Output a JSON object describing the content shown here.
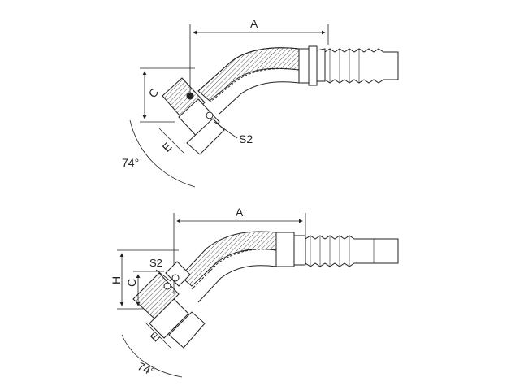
{
  "top_fitting": {
    "label_A": "A",
    "label_C": "C",
    "label_E": "E",
    "label_S2": "S2",
    "label_angle": "74°"
  },
  "bottom_fitting": {
    "label_A": "A",
    "label_H": "H",
    "label_C": "C",
    "label_E": "E",
    "label_S2": "S2",
    "label_angle": "74°"
  },
  "colors": {
    "line": "#222222",
    "hatch": "#555555",
    "background": "#ffffff"
  }
}
